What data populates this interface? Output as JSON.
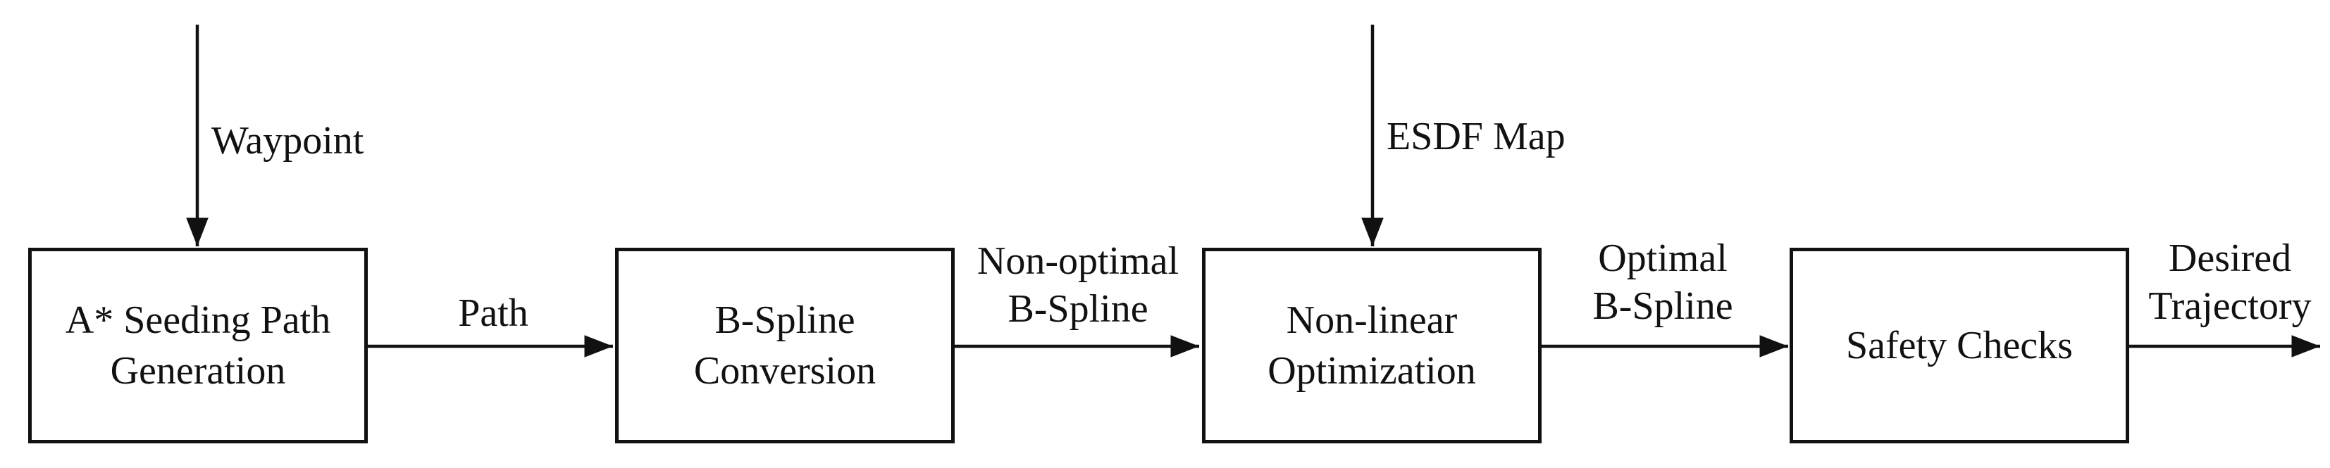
{
  "blocks": [
    {
      "id": "astar",
      "text": "A* Seeding Path\nGeneration"
    },
    {
      "id": "bspline",
      "text": "B-Spline\nConversion"
    },
    {
      "id": "nlo",
      "text": "Non-linear\nOptimization"
    },
    {
      "id": "safety",
      "text": "Safety Checks"
    }
  ],
  "inputs": {
    "waypoint": "Waypoint",
    "esdf_map": "ESDF Map"
  },
  "edges": {
    "path": "Path",
    "non_optimal": "Non-optimal\nB-Spline",
    "optimal": "Optimal\nB-Spline",
    "desired": "Desired\nTrajectory"
  }
}
